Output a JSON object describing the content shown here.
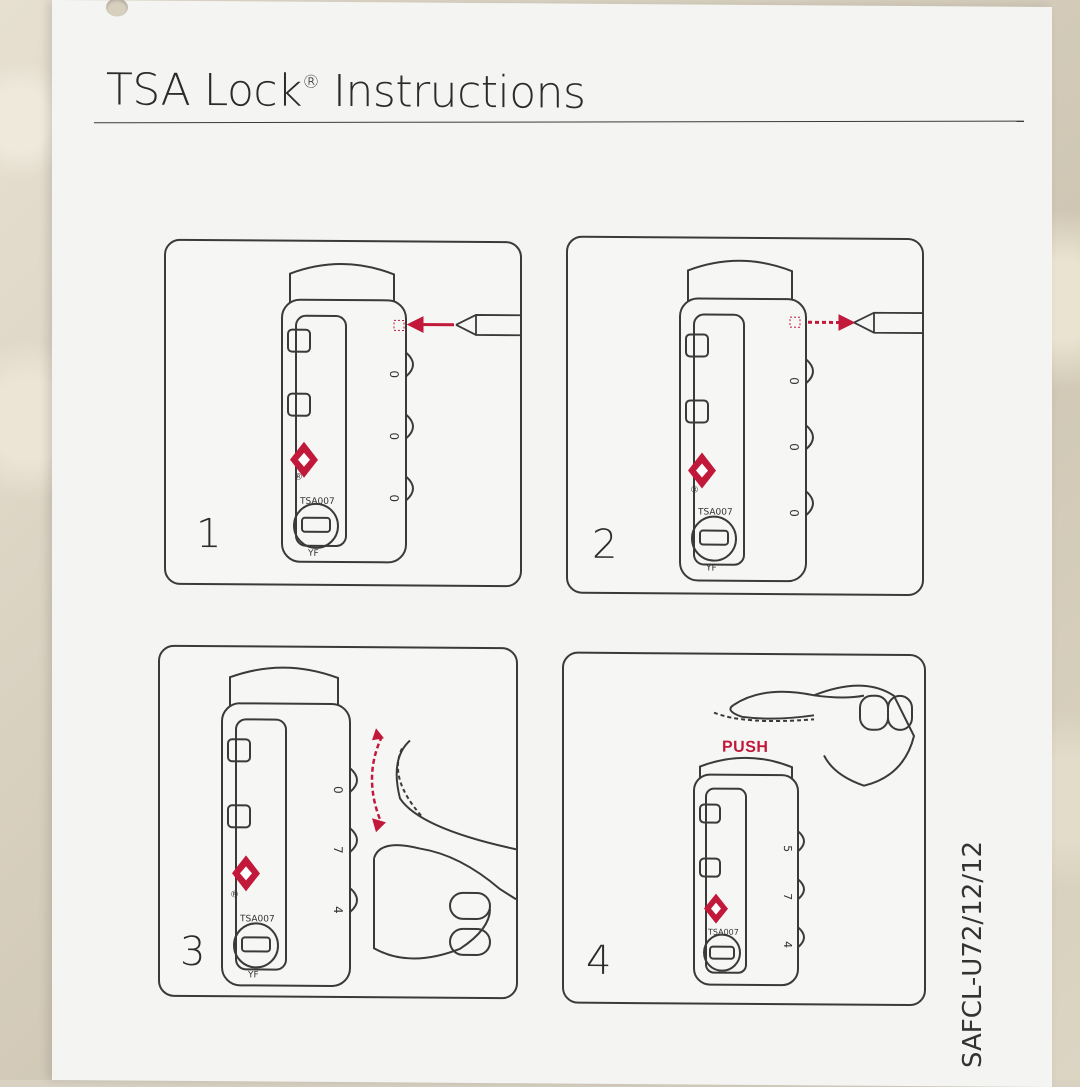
{
  "page": {
    "title": "TSA Lock",
    "title_mark": "®",
    "title_suffix": "Instructions",
    "model_code": "SAFCL-U72/12/12"
  },
  "steps": [
    {
      "number": "1"
    },
    {
      "number": "2"
    },
    {
      "number": "3"
    },
    {
      "number": "4",
      "label": "PUSH"
    }
  ],
  "lock": {
    "stamp_text": "TSA007",
    "key_text": "YF",
    "registered_mark": "®"
  },
  "dials": {
    "step1": [
      "0",
      "0",
      "0"
    ],
    "step2": [
      "0",
      "0",
      "0"
    ],
    "step3": [
      "0",
      "7",
      "4"
    ],
    "step4": [
      "5",
      "7",
      "4"
    ]
  },
  "colors": {
    "accent": "#c2183a",
    "line": "#3a3a3a",
    "paper": "#f4f5f2"
  },
  "icons": [
    "tsa-diamond-icon",
    "pin-tool-icon",
    "arrow-icon",
    "finger-icon"
  ]
}
